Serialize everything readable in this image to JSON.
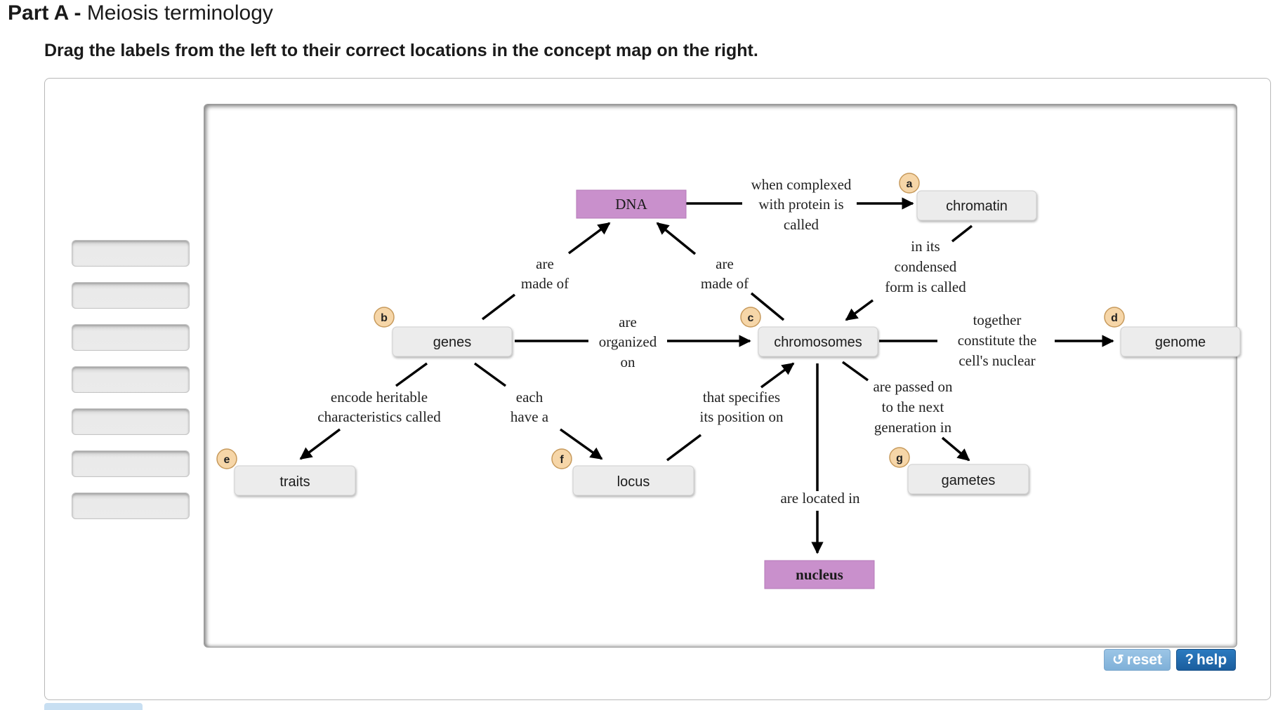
{
  "header": {
    "part_prefix": "Part A -",
    "part_title": "Meiosis terminology",
    "instructions": "Drag the labels from the left to their correct locations in the concept map on the right."
  },
  "label_bank": {
    "slot_count": 7
  },
  "concept_map": {
    "nodes": {
      "dna": "DNA",
      "chromatin": "chromatin",
      "genes": "genes",
      "chromosomes": "chromosomes",
      "genome": "genome",
      "traits": "traits",
      "locus": "locus",
      "gametes": "gametes",
      "nucleus": "nucleus"
    },
    "badges": {
      "a": "a",
      "b": "b",
      "c": "c",
      "d": "d",
      "e": "e",
      "f": "f",
      "g": "g"
    },
    "links": {
      "dna_chromatin": [
        "when complexed",
        "with protein is",
        "called"
      ],
      "genes_dna": [
        "are",
        "made of"
      ],
      "chromosomes_dna": [
        "are",
        "made of"
      ],
      "chromatin_chromosomes": [
        "in its",
        "condensed",
        "form is called"
      ],
      "genes_chromosomes": [
        "are",
        "organized",
        "on"
      ],
      "chromosomes_genome": [
        "together",
        "constitute the",
        "cell's nuclear"
      ],
      "genes_traits": [
        "encode heritable",
        "characteristics called"
      ],
      "genes_locus": [
        "each",
        "have a"
      ],
      "locus_chromosomes": [
        "that specifies",
        "its position on"
      ],
      "chromosomes_gametes": [
        "are passed on",
        "to the next",
        "generation in"
      ],
      "chromosomes_nucleus": [
        "are located in"
      ]
    },
    "colors": {
      "highlight_box": "#c990cc",
      "token_box": "#ececec",
      "badge": "#f6d6a8"
    }
  },
  "buttons": {
    "reset": "reset",
    "help": "help",
    "reset_icon": "undo-icon",
    "help_icon": "question-icon"
  }
}
